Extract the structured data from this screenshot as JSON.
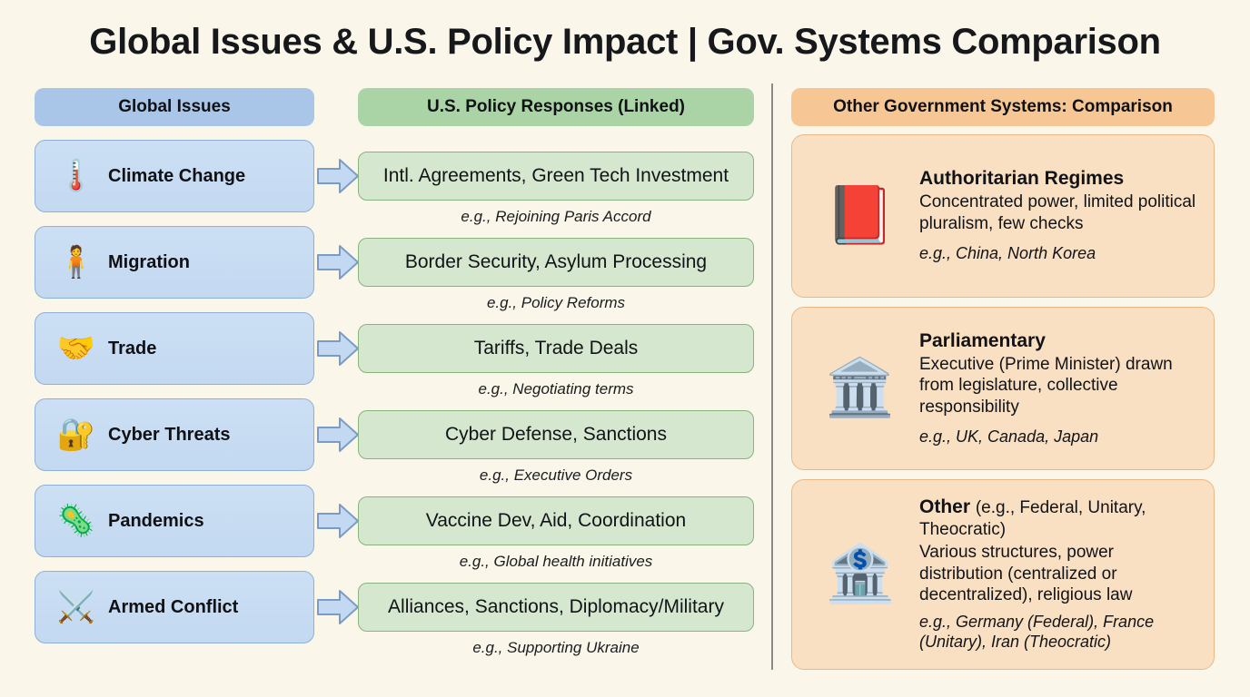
{
  "page": {
    "title": "Global Issues & U.S. Policy Impact | Gov. Systems Comparison",
    "background_color": "#faf6e9"
  },
  "columns": {
    "issues_header": "Global Issues",
    "policy_header": "U.S. Policy Responses (Linked)",
    "compare_header": "Other Government Systems: Comparison",
    "issues_header_color": "#a9c6e8",
    "policy_header_color": "#aad4a5",
    "compare_header_color": "#f6c795"
  },
  "rows": [
    {
      "icon": "globe-thermometer-icon",
      "icon_glyph": "🌡️",
      "issue": "Climate Change",
      "policy": "Intl. Agreements, Green Tech Investment",
      "example": "e.g., Rejoining Paris Accord"
    },
    {
      "icon": "walking-person-backpack-icon",
      "icon_glyph": "🧍",
      "issue": "Migration",
      "policy": "Border Security, Asylum Processing",
      "example": "e.g., Policy Reforms"
    },
    {
      "icon": "handshake-globe-icon",
      "icon_glyph": "🤝",
      "issue": "Trade",
      "policy": "Tariffs, Trade Deals",
      "example": "e.g., Negotiating terms"
    },
    {
      "icon": "shield-lock-icon",
      "icon_glyph": "🔐",
      "issue": "Cyber Threats",
      "policy": "Cyber Defense, Sanctions",
      "example": "e.g., Executive Orders"
    },
    {
      "icon": "virus-icon",
      "icon_glyph": "🦠",
      "issue": "Pandemics",
      "policy": "Vaccine Dev, Aid, Coordination",
      "example": "e.g., Global health initiatives"
    },
    {
      "icon": "crossed-swords-icon",
      "icon_glyph": "⚔️",
      "issue": "Armed Conflict",
      "policy": "Alliances, Sanctions, Diplomacy/Military",
      "example": "e.g., Supporting Ukraine"
    }
  ],
  "comparison": [
    {
      "icon": "gavel-lawbook-icon",
      "icon_glyph": "📕",
      "title": "Authoritarian Regimes",
      "title_sub": "",
      "description": "Concentrated power, limited political pluralism, few checks",
      "example": "e.g., China, North Korea"
    },
    {
      "icon": "parliament-building-icon",
      "icon_glyph": "🏛️",
      "title": "Parliamentary",
      "title_sub": "",
      "description": "Executive (Prime Minister) drawn from legislature, collective responsibility",
      "example": "e.g., UK, Canada, Japan"
    },
    {
      "icon": "government-building-question-icon",
      "icon_glyph": "🏦",
      "title": "Other",
      "title_sub": "(e.g., Federal, Unitary, Theocratic)",
      "description": "Various structures, power distribution (centralized or decentralized), religious law",
      "example": "e.g., Germany (Federal), France (Unitary), Iran (Theocratic)"
    }
  ],
  "arrow": {
    "name": "right-block-arrow",
    "fill": "#c3d9f1",
    "stroke": "#7a9cc4"
  }
}
